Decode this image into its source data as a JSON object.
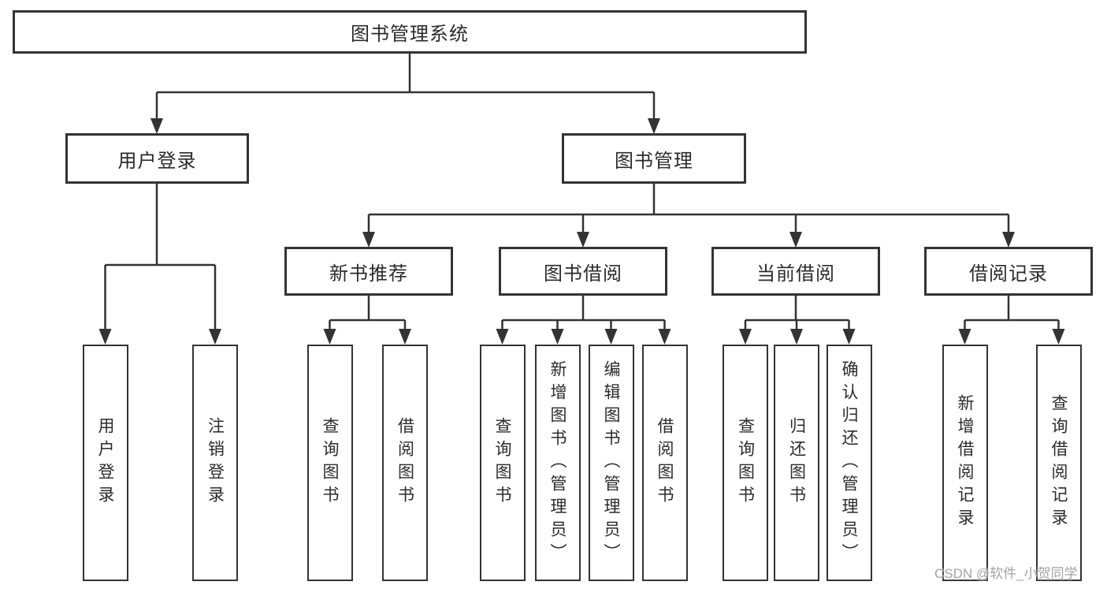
{
  "diagram_title": "图书管理系统",
  "tree": {
    "label": "图书管理系统",
    "children": [
      {
        "label": "用户登录",
        "children": [
          {
            "label": "用户登录"
          },
          {
            "label": "注销登录"
          }
        ]
      },
      {
        "label": "图书管理",
        "children": [
          {
            "label": "新书推荐",
            "children": [
              {
                "label": "查询图书"
              },
              {
                "label": "借阅图书"
              }
            ]
          },
          {
            "label": "图书借阅",
            "children": [
              {
                "label": "查询图书"
              },
              {
                "label": "新增图书（管理员）"
              },
              {
                "label": "编辑图书（管理员）"
              },
              {
                "label": "借阅图书"
              }
            ]
          },
          {
            "label": "当前借阅",
            "children": [
              {
                "label": "查询图书"
              },
              {
                "label": "归还图书"
              },
              {
                "label": "确认归还（管理员）"
              }
            ]
          },
          {
            "label": "借阅记录",
            "children": [
              {
                "label": "新增借阅记录"
              },
              {
                "label": "查询借阅记录"
              }
            ]
          }
        ]
      }
    ]
  },
  "watermark": "CSDN @软件_小贺同学",
  "colors": {
    "line": "#333333",
    "text": "#2b2b2b",
    "background": "#ffffff",
    "watermark": "#a3a3a3"
  }
}
